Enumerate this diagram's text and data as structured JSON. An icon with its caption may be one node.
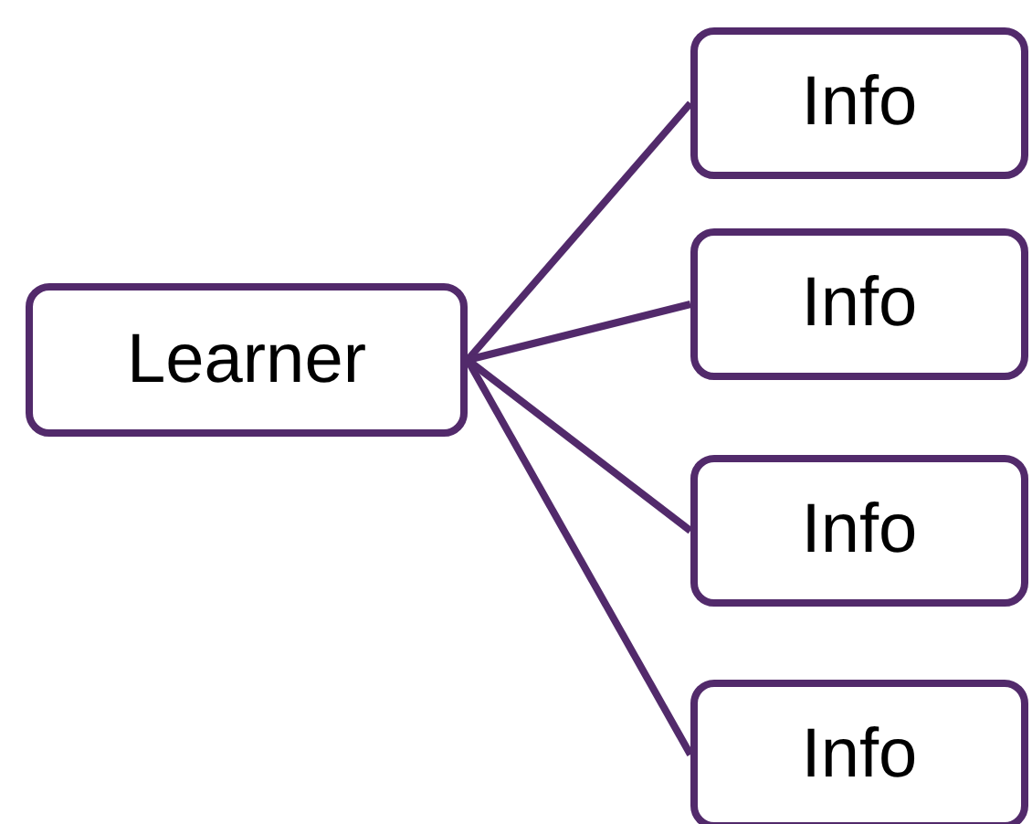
{
  "diagram": {
    "nodes": [
      {
        "text": [
          "Learner"
        ]
      },
      {
        "text": [
          "Info"
        ]
      },
      {
        "text": [
          "Info"
        ]
      },
      {
        "text": [
          "Info"
        ]
      },
      {
        "text": [
          "Info"
        ]
      }
    ],
    "edges": [
      {
        "from": 0,
        "to": 1,
        "arrow": "none"
      },
      {
        "from": 0,
        "to": 2,
        "arrow": "none"
      },
      {
        "from": 0,
        "to": 3,
        "arrow": "none"
      },
      {
        "from": 0,
        "to": 4,
        "arrow": "none"
      }
    ]
  }
}
